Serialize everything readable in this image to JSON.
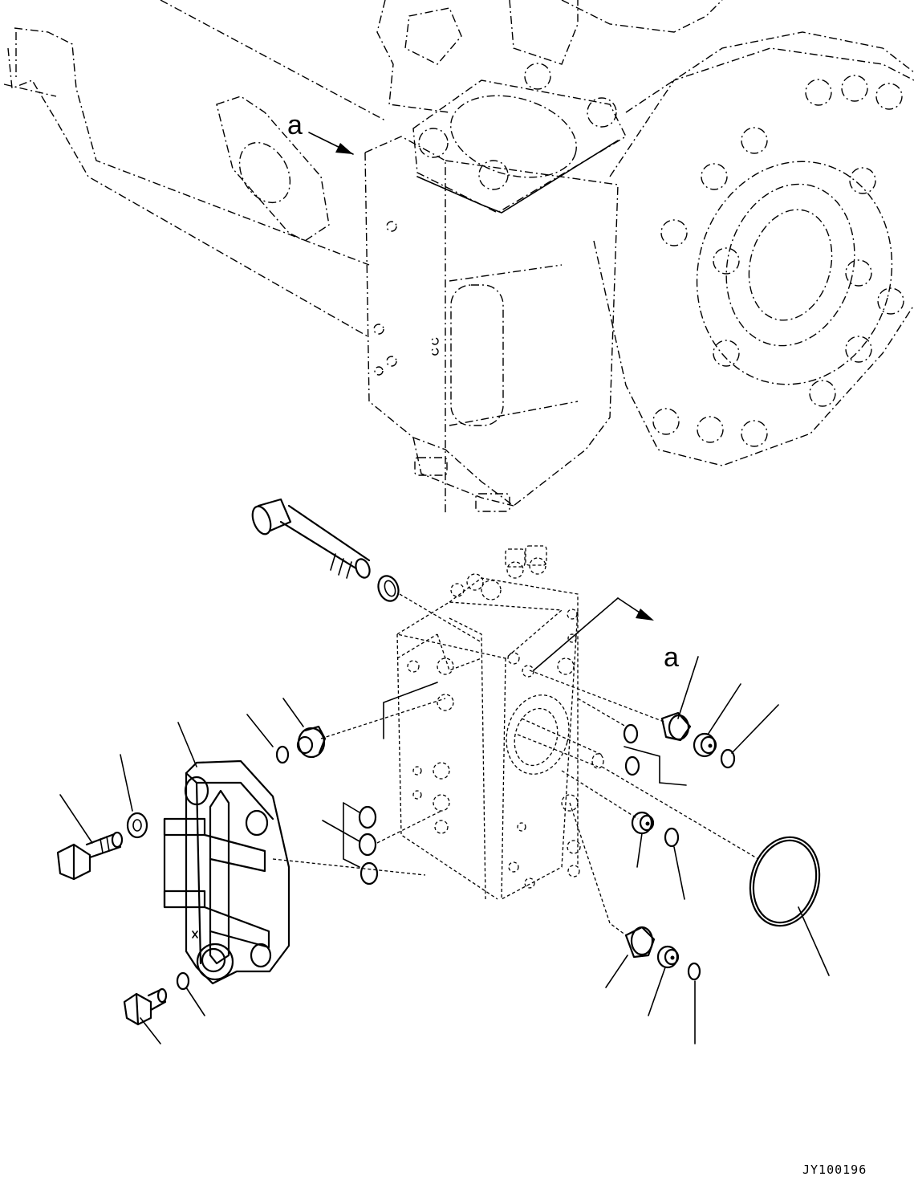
{
  "callouts": {
    "upper_reference": "a",
    "lower_reference": "a"
  },
  "drawing_code": "JY100196"
}
